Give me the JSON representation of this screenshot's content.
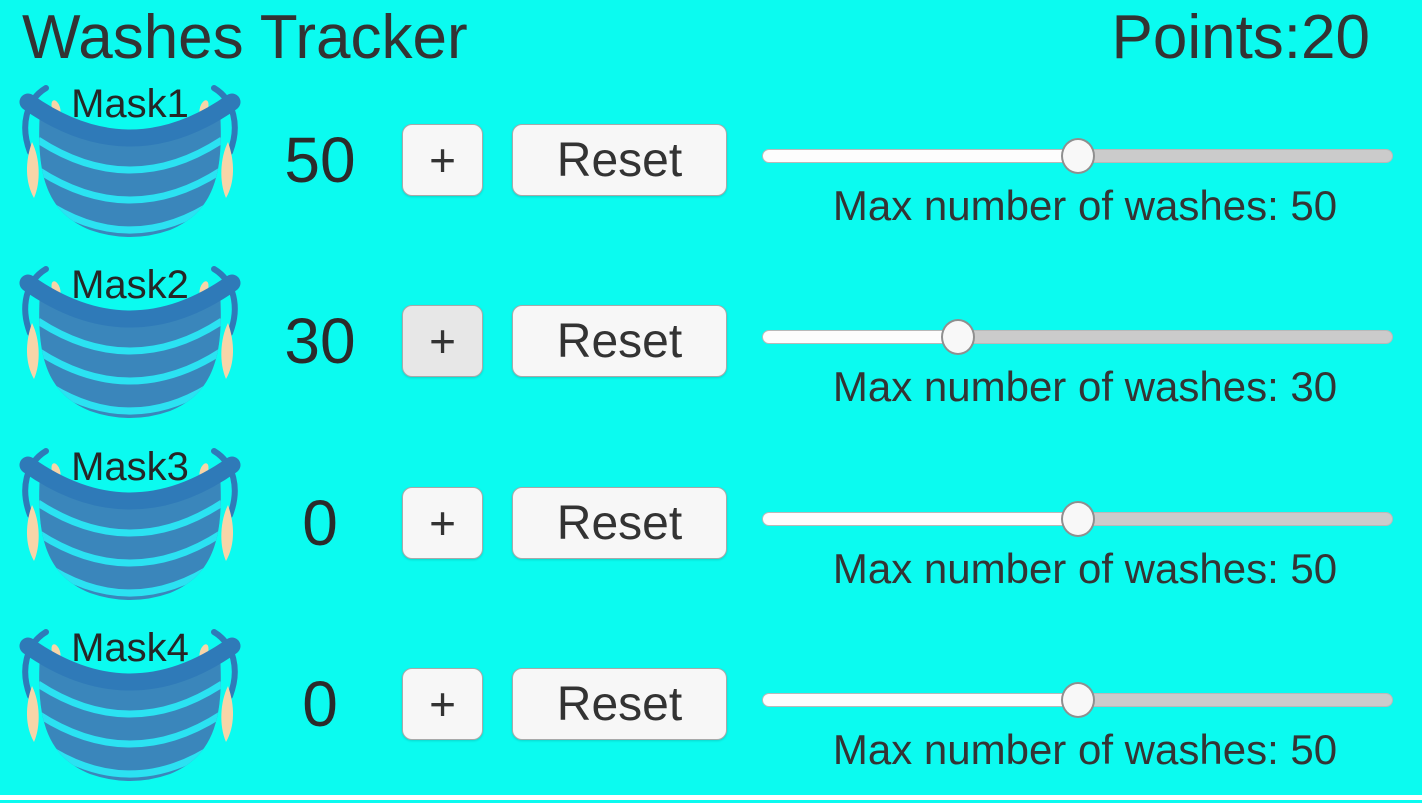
{
  "header": {
    "title": "Washes Tracker",
    "points_label": "Points:",
    "points_value": "20"
  },
  "colors": {
    "background": "#0bfbf0",
    "text": "#333333",
    "button_bg": "#f7f7f7",
    "slider_fill": "#fdfdfd",
    "slider_track": "#cbcbcb",
    "mask_body": "#3a86bb",
    "mask_band": "#2f7ab8",
    "mask_pleat": "#2be2f2",
    "mask_skin": "#f7d5a8"
  },
  "rows": [
    {
      "mask_label": "Mask1",
      "count": "50",
      "plus_label": "+",
      "plus_pressed": false,
      "reset_label": "Reset",
      "slider_percent": 50,
      "max_washes_label": "Max number of washes: 50"
    },
    {
      "mask_label": "Mask2",
      "count": "30",
      "plus_label": "+",
      "plus_pressed": true,
      "reset_label": "Reset",
      "slider_percent": 31,
      "max_washes_label": "Max number of washes: 30"
    },
    {
      "mask_label": "Mask3",
      "count": "0",
      "plus_label": "+",
      "plus_pressed": false,
      "reset_label": "Reset",
      "slider_percent": 50,
      "max_washes_label": "Max number of washes: 50"
    },
    {
      "mask_label": "Mask4",
      "count": "0",
      "plus_label": "+",
      "plus_pressed": false,
      "reset_label": "Reset",
      "slider_percent": 50,
      "max_washes_label": "Max number of washes: 50"
    }
  ]
}
